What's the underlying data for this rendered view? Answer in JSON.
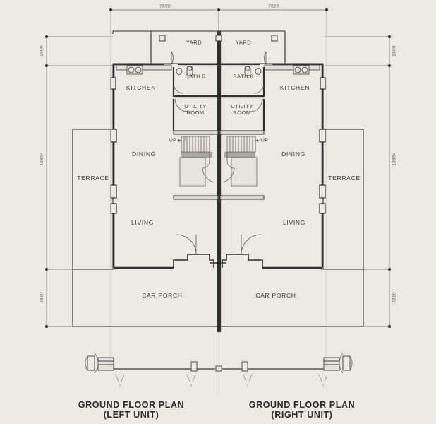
{
  "sheet": {
    "background_color": "#eceae3",
    "line_color": "#3a3a38",
    "dimension_color": "#55544f"
  },
  "captions": {
    "left": "GROUND FLOOR PLAN\n(LEFT UNIT)",
    "right": "GROUND FLOOR PLAN\n(RIGHT UNIT)"
  },
  "dimensions": {
    "top_left": "7620",
    "top_right": "7620",
    "left_top": "1600",
    "left_middle": "13954",
    "left_bottom": "3810",
    "right_top": "1600",
    "right_middle": "13954",
    "right_bottom": "3810"
  },
  "rooms": {
    "left": [
      {
        "name": "yard",
        "label": "YARD"
      },
      {
        "name": "kitchen",
        "label": "KITCHEN"
      },
      {
        "name": "bath",
        "label": "BATH 5"
      },
      {
        "name": "utility",
        "label": "UTILITY\nROOM"
      },
      {
        "name": "dining",
        "label": "DINING"
      },
      {
        "name": "terrace",
        "label": "TERRACE"
      },
      {
        "name": "living",
        "label": "LIVING"
      },
      {
        "name": "car-porch",
        "label": "CAR PORCH"
      },
      {
        "name": "stair-up",
        "label": "UP"
      }
    ],
    "right": [
      {
        "name": "yard",
        "label": "YARD"
      },
      {
        "name": "kitchen",
        "label": "KITCHEN"
      },
      {
        "name": "bath",
        "label": "BATH 6"
      },
      {
        "name": "utility",
        "label": "UTILITY\nROOM"
      },
      {
        "name": "dining",
        "label": "DINING"
      },
      {
        "name": "terrace",
        "label": "TERRACE"
      },
      {
        "name": "living",
        "label": "LIVING"
      },
      {
        "name": "car-porch",
        "label": "CAR PORCH"
      },
      {
        "name": "stair-up",
        "label": "UP"
      }
    ]
  }
}
